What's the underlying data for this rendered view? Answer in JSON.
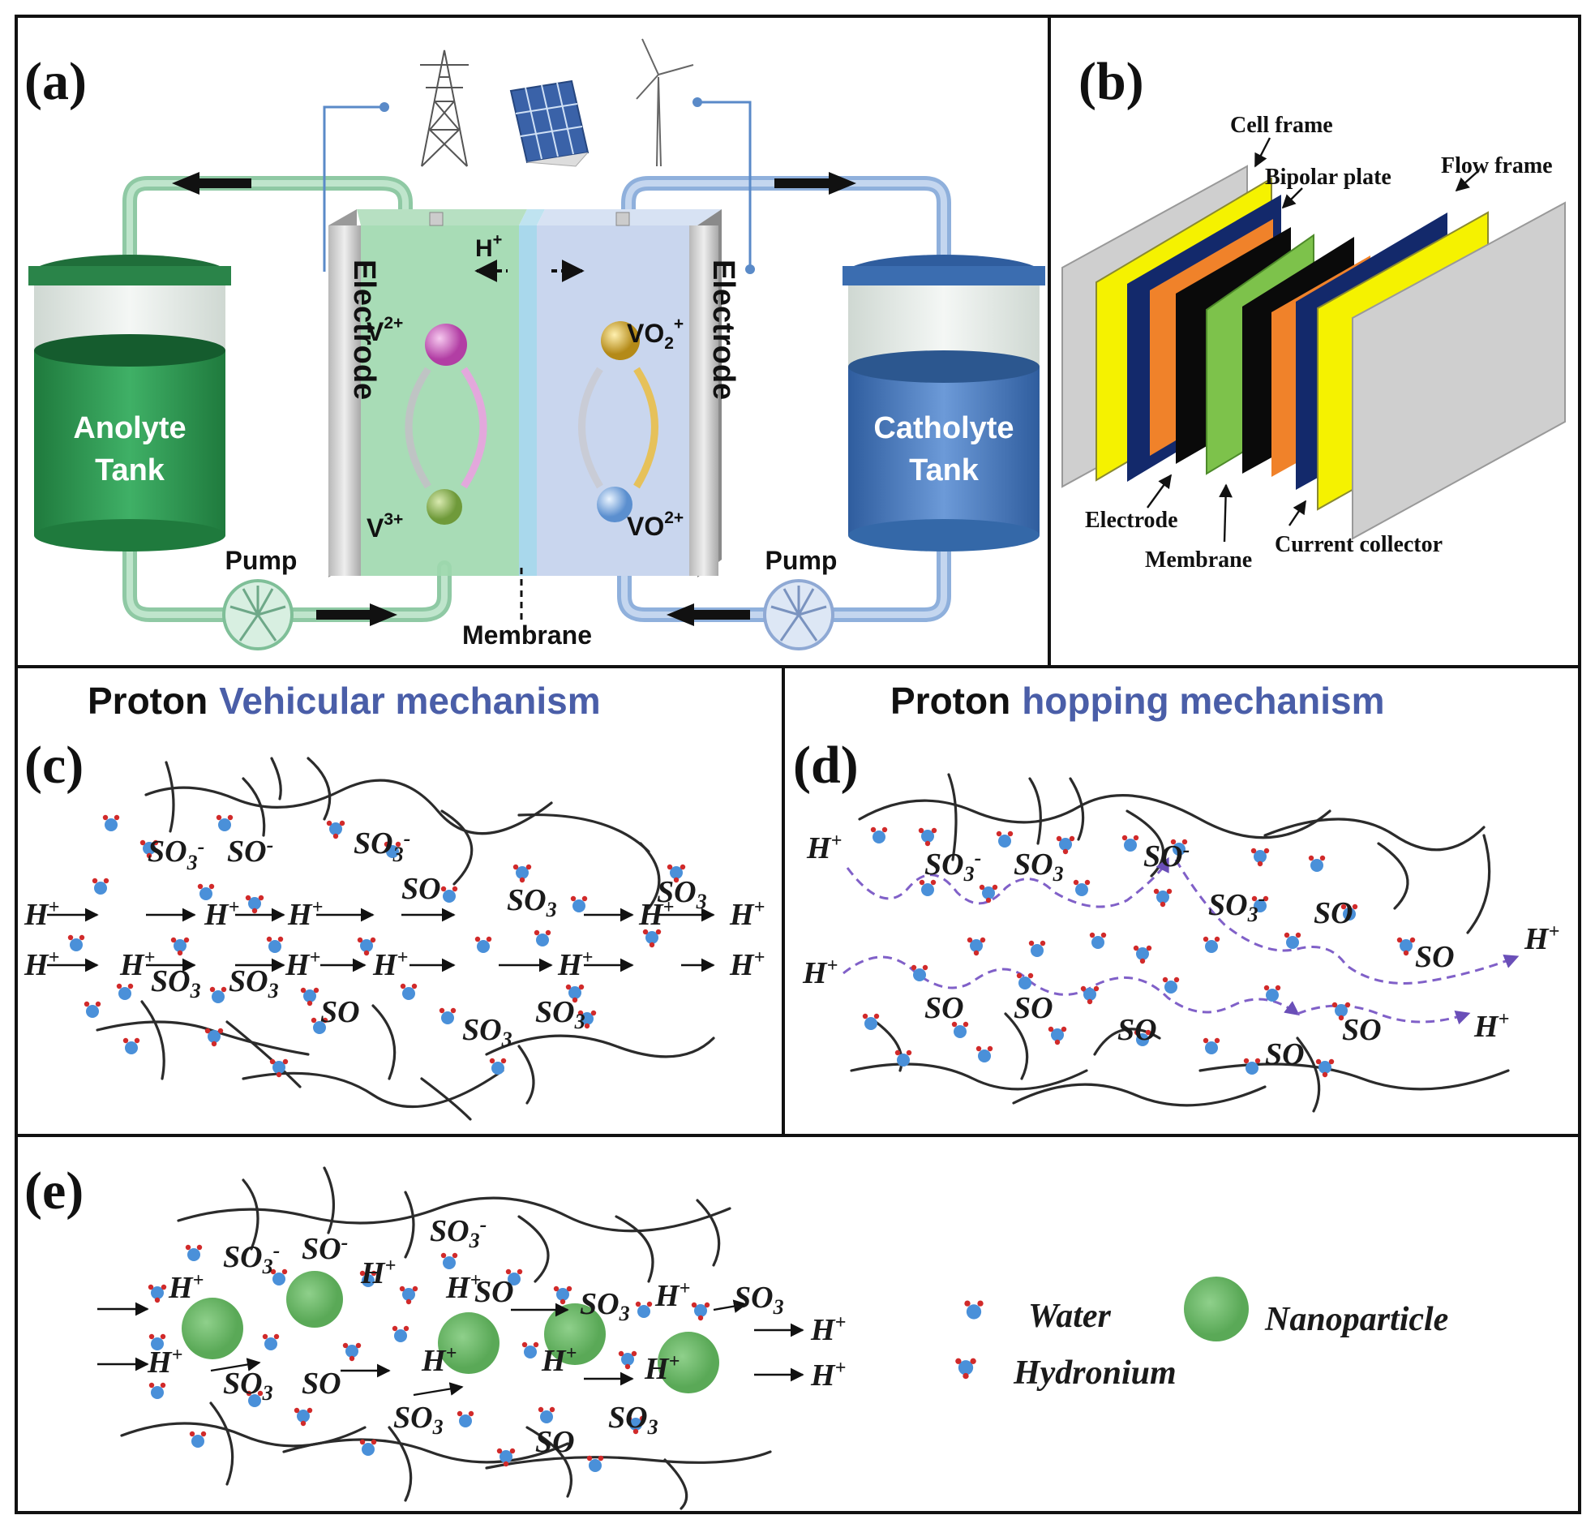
{
  "panels": {
    "a": {
      "label": "(a)",
      "anolyte_tank": [
        "Anolyte",
        "Tank"
      ],
      "catholyte_tank": [
        "Catholyte",
        "Tank"
      ],
      "electrode_left": "Electrode",
      "electrode_right": "Electrode",
      "proton": "H",
      "proton_sup": "+",
      "v2": "V",
      "v2_sup": "2+",
      "v3": "V",
      "v3_sup": "3+",
      "vo2p": "VO",
      "vo2p_sub": "2",
      "vo2p_sup": "+",
      "vo2": "VO",
      "vo2_sup": "2+",
      "pump_left": "Pump",
      "pump_right": "Pump",
      "membrane": "Membrane"
    },
    "b": {
      "label": "(b)",
      "cell_frame": "Cell frame",
      "bipolar_plate": "Bipolar plate",
      "flow_frame": "Flow frame",
      "electrode": "Electrode",
      "membrane": "Membrane",
      "current_collector": "Current collector"
    },
    "c": {
      "label": "(c)",
      "title_a": "Proton",
      "title_b": "Vehicular mechanism"
    },
    "d": {
      "label": "(d)",
      "title_a": "Proton",
      "title_b": "hopping mechanism"
    },
    "e": {
      "label": "(e)",
      "legend_water": "Water",
      "legend_hydronium": "Hydronium",
      "legend_nanoparticle": "Nanoparticle"
    }
  },
  "chem": {
    "h_plus": "H",
    "plus": "+",
    "so3": "SO",
    "so": "SO",
    "sub3": "3",
    "minus": "-"
  },
  "colors": {
    "anolyte": "#2e9a52",
    "catholyte": "#4f7fc4",
    "vehicular_title": "#4a5ea8",
    "hopping_title": "#4a5ea8",
    "hop_path": "#8060c8",
    "water_molecule": "#4a90d9",
    "hydronium_atom": "#d12a2a",
    "nanoparticle": "#6db86a",
    "bipolar_plate": "#f0822a",
    "flow_frame": "#13296b",
    "current_collector": "#f5f200",
    "membrane_green": "#7dc24b",
    "cell_frame": "#cfcfcf"
  }
}
